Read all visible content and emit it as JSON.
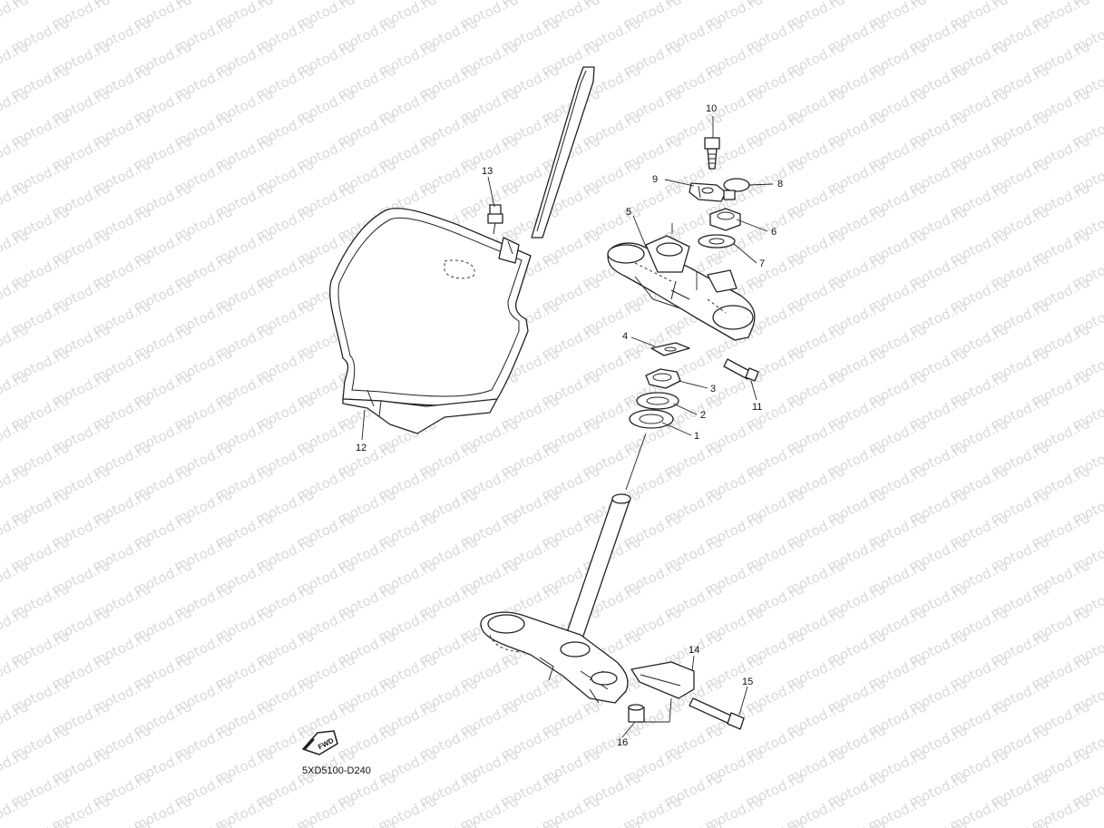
{
  "watermark": {
    "text": "motod.ru",
    "color": "#d9d9d9"
  },
  "diagram_code": "5XD5100-D240",
  "fwd_badge": {
    "text": "FWD"
  },
  "callouts": [
    {
      "id": "p1",
      "label": "1"
    },
    {
      "id": "p2",
      "label": "2"
    },
    {
      "id": "p3",
      "label": "3"
    },
    {
      "id": "p4",
      "label": "4"
    },
    {
      "id": "p5",
      "label": "5"
    },
    {
      "id": "p6",
      "label": "6"
    },
    {
      "id": "p7",
      "label": "7"
    },
    {
      "id": "p8",
      "label": "8"
    },
    {
      "id": "p9",
      "label": "9"
    },
    {
      "id": "p10",
      "label": "10"
    },
    {
      "id": "p11",
      "label": "11"
    },
    {
      "id": "p12",
      "label": "12"
    },
    {
      "id": "p13",
      "label": "13"
    },
    {
      "id": "p14",
      "label": "14"
    },
    {
      "id": "p15",
      "label": "15"
    },
    {
      "id": "p16",
      "label": "16"
    }
  ]
}
